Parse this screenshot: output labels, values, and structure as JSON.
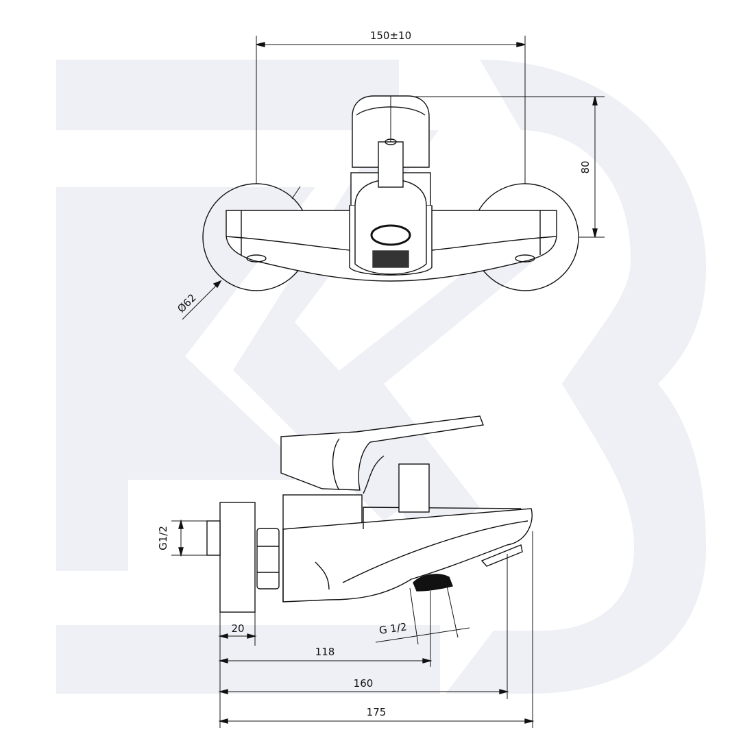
{
  "drawing": {
    "subject": "wall-mounted bath mixer faucet",
    "watermark_color": "#eef0f5",
    "line_color": "#111111",
    "top_view": {
      "dimensions": {
        "width": "150±10",
        "height": "80",
        "flange_diameter": "Ø62"
      }
    },
    "side_view": {
      "dimensions": {
        "inlet_thread": "G1/2",
        "outlet_thread": "G 1/2",
        "flange_depth": "20",
        "to_outlet": "118",
        "to_aerator": "160",
        "overall_length": "175"
      }
    }
  }
}
